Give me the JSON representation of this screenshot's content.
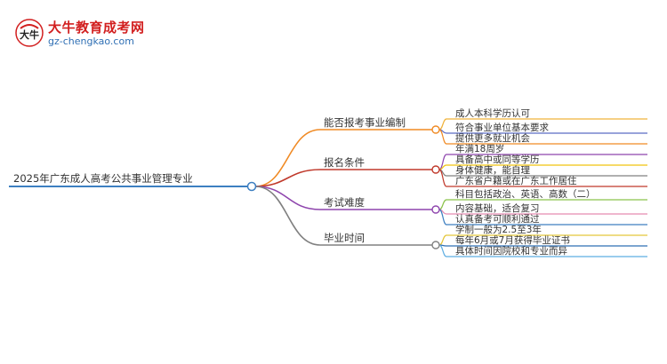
{
  "logo": {
    "title": "大牛教育成考网",
    "url": "gz-chengkao.com",
    "seal_text": "大牛"
  },
  "colors": {
    "root_line": "#3d7fc1",
    "node_circle_fill": "#ffffff",
    "text": "#333333",
    "branches": [
      "#f08a24",
      "#c0392b",
      "#8e44ad",
      "#808080"
    ],
    "leaf_colors": [
      [
        "#f0b23a",
        "#5b6cc4",
        "#f08a24"
      ],
      [
        "#8e44ad",
        "#f1c40f",
        "#808080",
        "#c0392b"
      ],
      [
        "#8bc34a",
        "#e58bb0",
        "#3d7fc1"
      ],
      [
        "#e4c63a",
        "#2f6fb4",
        "#5dade2"
      ]
    ]
  },
  "mindmap": {
    "root": "2025年广东成人高考公共事业管理专业",
    "branches": [
      {
        "label": "能否报考事业编制",
        "leaves": [
          "成人本科学历认可",
          "符合事业单位基本要求",
          "提供更多就业机会"
        ]
      },
      {
        "label": "报名条件",
        "leaves": [
          "年满18周岁",
          "具备高中或同等学历",
          "身体健康，能自理",
          "广东省户籍或在广东工作居住"
        ]
      },
      {
        "label": "考试难度",
        "leaves": [
          "科目包括政治、英语、高数（二）",
          "内容基础，适合复习",
          "认真备考可顺利通过"
        ]
      },
      {
        "label": "毕业时间",
        "leaves": [
          "学制一般为2.5至3年",
          "每年6月或7月获得毕业证书",
          "具体时间因院校和专业而异"
        ]
      }
    ]
  }
}
